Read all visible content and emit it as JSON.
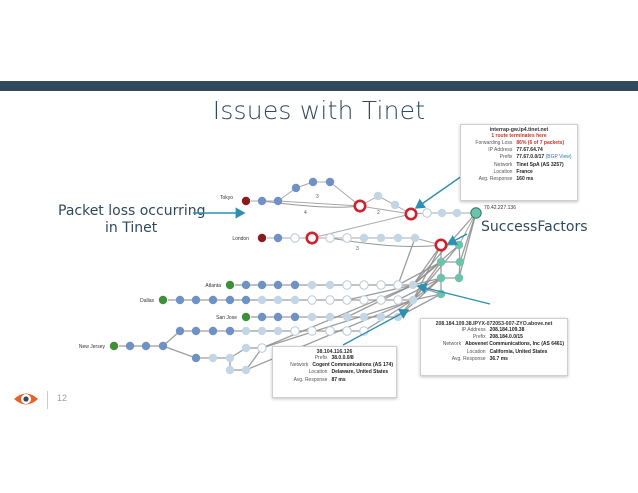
{
  "slide": {
    "title": "Issues with Tinet",
    "left_label_line1": "Packet loss occurring",
    "left_label_line2": "in Tinet",
    "right_label": "SuccessFactors",
    "page_number": "12"
  },
  "diagram": {
    "sources": [
      "Tokyo",
      "London",
      "Atlanta",
      "Dallas",
      "San Jose",
      "New Jersey"
    ],
    "edge_labels": [
      "3",
      "4",
      "2",
      "3"
    ],
    "destination_ip": "70.42.227.136",
    "colors": {
      "teal": "#6cc2ad",
      "blue": "#6f92c6",
      "light_blue": "#c2d6e6",
      "red": "#d0222c",
      "source_red": "#8b1a1a",
      "source_green": "#3f8f3a",
      "gray_edge": "#8c8c8c",
      "arrow": "#2f8fb0"
    }
  },
  "tooltips": {
    "tinet": {
      "header": "interrap-gw.ip4.tinet.net",
      "subheader": "1 route terminates here",
      "rows": [
        {
          "key": "Forwarding Loss",
          "value": "86% (6 of 7 packets)"
        },
        {
          "key": "IP Address",
          "value": "77.67.64.74"
        },
        {
          "key": "Prefix",
          "value": "77.67.0.0/17",
          "link": "(BGP View)"
        },
        {
          "key": "Network",
          "value": "Tinet SpA (AS 3257)"
        },
        {
          "key": "Location",
          "value": "France"
        },
        {
          "key": "Avg. Response",
          "value": "160 ms"
        }
      ]
    },
    "above": {
      "header": "208.184.109.38.IPYX-072053-007-ZYO.above.net",
      "rows": [
        {
          "key": "IP Address",
          "value": "208.184.109.38"
        },
        {
          "key": "Prefix",
          "value": "208.184.0.0/15"
        },
        {
          "key": "Network",
          "value": "Abovenet Communications, Inc (AS 6461)"
        },
        {
          "key": "Location",
          "value": "California, United States"
        },
        {
          "key": "Avg. Response",
          "value": "36.7 ms"
        }
      ]
    },
    "cogent": {
      "header": "38.104.116.126",
      "rows": [
        {
          "key": "Prefix",
          "value": "38.0.0.0/8"
        },
        {
          "key": "Network",
          "value": "Cogent Communications (AS 174)"
        },
        {
          "key": "Location",
          "value": "Delaware, United States"
        },
        {
          "key": "Avg. Response",
          "value": "87 ms"
        }
      ]
    }
  }
}
